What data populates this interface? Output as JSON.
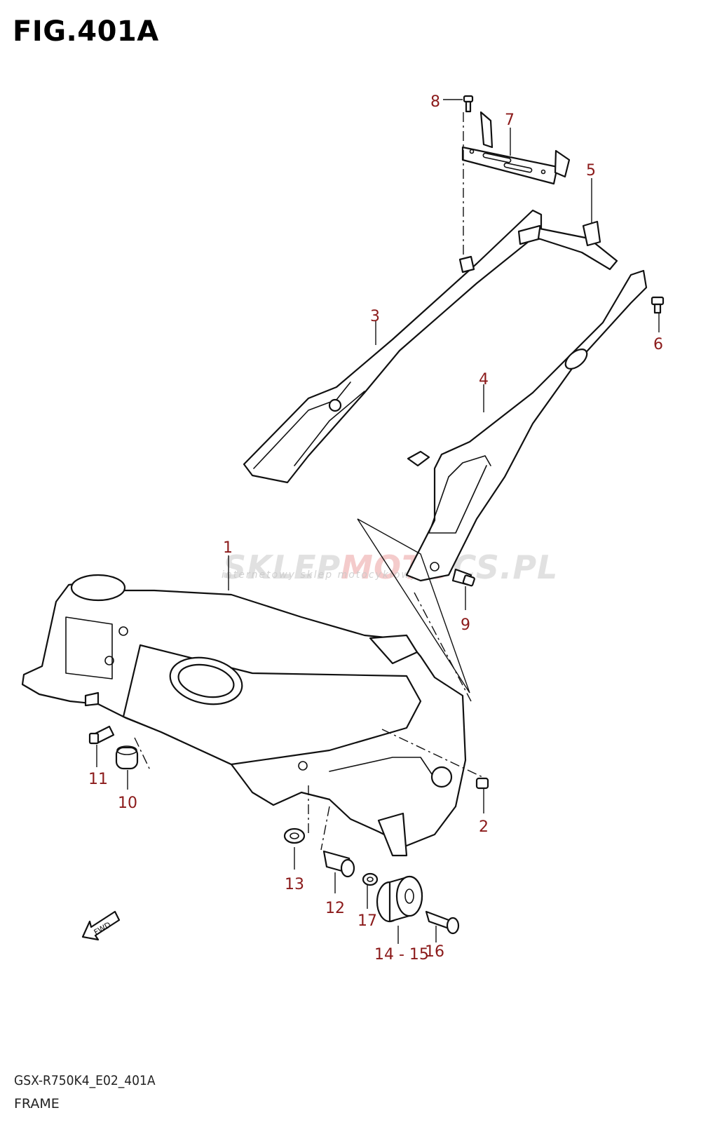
{
  "figure_title": "FIG.401A",
  "model_code": "GSX-R750K4_E02_401A",
  "section_name": "FRAME",
  "watermark": {
    "brand_grey": "SKLEP",
    "brand_accent": "MOTO",
    "brand_tail": "CS.PL",
    "tagline": "internetowy sklep motocyklowy"
  },
  "fwd_label": "FWD",
  "callouts": {
    "c1": "1",
    "c2": "2",
    "c3": "3",
    "c4": "4",
    "c5": "5",
    "c6": "6",
    "c7": "7",
    "c8": "8",
    "c9": "9",
    "c10": "10",
    "c11": "11",
    "c12": "12",
    "c13": "13",
    "c14_15": "14 - 15",
    "c16": "16",
    "c17": "17"
  },
  "colors": {
    "callout": "#8b1a1a",
    "line": "#111111"
  }
}
